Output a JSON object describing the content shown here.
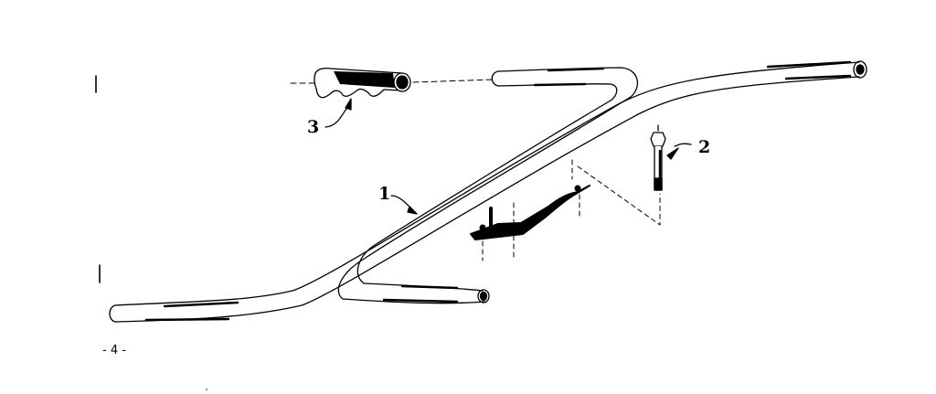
{
  "diagram": {
    "type": "exploded-parts-view",
    "subject": "handlebar assembly",
    "colors": {
      "ink": "#000000",
      "paper": "#ffffff"
    },
    "parts": [
      {
        "id": "1",
        "callout": "1",
        "description": "handlebar tube (Z-shaped bent tube)"
      },
      {
        "id": "2",
        "callout": "2",
        "description": "bolt"
      },
      {
        "id": "3",
        "callout": "3",
        "description": "hand grip"
      }
    ],
    "page_marker": "- 4 -"
  }
}
